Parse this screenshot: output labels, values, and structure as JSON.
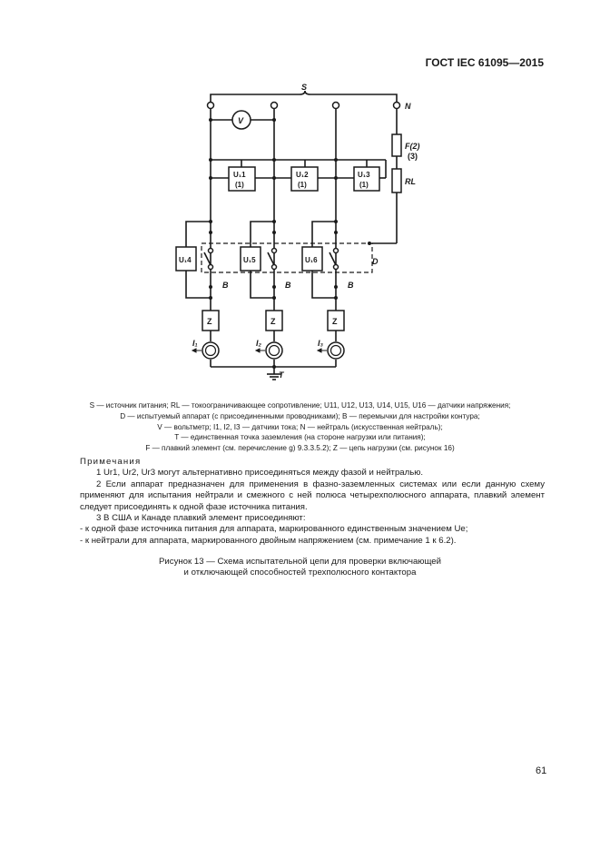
{
  "header": {
    "standard": "ГОСТ IEC 61095—2015"
  },
  "diagram": {
    "labels": {
      "S": "S",
      "N": "N",
      "V": "V",
      "F": "F(2)",
      "F_note": "(3)",
      "RL": "RL",
      "U1": "U₁1",
      "U2": "U₁2",
      "U3": "U₁3",
      "U4": "U₁4",
      "U5": "U₁5",
      "U6": "U₁6",
      "note1": "(1)",
      "B": "B",
      "D": "D",
      "Z": "Z",
      "I1": "I₁",
      "I2": "I₂",
      "I3": "I₃",
      "T": "T"
    }
  },
  "legend": {
    "line1": "S — источник питания; RL — токоограничивающее сопротивление; U11, U12, U13, U14, U15, U16 — датчики напряжения;",
    "line2": "D — испытуемый аппарат (с присоединенными проводниками); B — перемычки для настройки контура;",
    "line3": "V — вольтметр; I1, I2, I3 — датчики тока; N — нейтраль (искусственная нейтраль);",
    "line4": "T — единственная точка заземления (на стороне нагрузки или питания);",
    "line5": "F — плавкий элемент (см. перечисление g) 9.3.3.5.2); Z — цепь нагрузки (см. рисунок 16)"
  },
  "notes": {
    "title": "Примечания",
    "n1": "1 Ur1, Ur2, Ur3 могут альтернативно присоединяться между фазой и нейтралью.",
    "n2": "2 Если аппарат предназначен для применения в фазно-заземленных системах или если данную схему применяют для испытания нейтрали и смежного с ней полюса четырехполюсного аппарата, плавкий элемент следует присоединять к одной фазе источника питания.",
    "n3": "3 В США и Канаде плавкий элемент присоединяют:",
    "n3a": "- к одной фазе источника питания для аппарата, маркированного единственным значением Ue;",
    "n3b": "- к нейтрали для аппарата, маркированного двойным напряжением (см. примечание 1 к 6.2)."
  },
  "caption": {
    "line1": "Рисунок 13 — Схема испытательной цепи для проверки включающей",
    "line2": "и отключающей способностей трехполюсного контактора"
  },
  "page_number": "61"
}
